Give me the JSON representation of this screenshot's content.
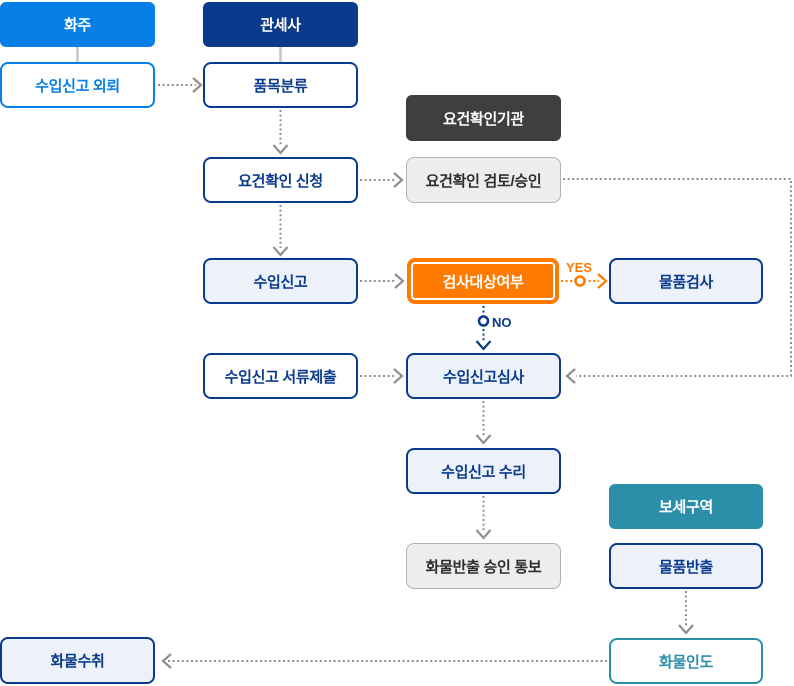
{
  "colors": {
    "primary_blue": "#0680e6",
    "navy": "#0a3a8c",
    "teal": "#2b8faa",
    "orange": "#ff7a00",
    "charcoal": "#3f3f3f",
    "light_blue_fill": "#ecf1fa",
    "gray_fill": "#ededed",
    "gray_border": "#b1b1b1",
    "connector_gray": "#8f8f8f"
  },
  "flowchart": {
    "headers": {
      "shipper": "화주",
      "customs_broker": "관세사",
      "requirement_agency": "요건확인기관",
      "bonded_area": "보세구역"
    },
    "nodes": {
      "import_declaration_request": "수입신고 외뢰",
      "item_classification": "품목분류",
      "requirement_application": "요건확인 신청",
      "requirement_review_approval": "요건확인 검토/승인",
      "import_declaration": "수입신고",
      "inspection_target_check": "검사대상여부",
      "goods_inspection": "물품검사",
      "declaration_document_submission": "수입신고 서류제출",
      "declaration_review": "수입신고심사",
      "declaration_acceptance": "수입신고 수리",
      "cargo_release_approval_notice": "화물반출 승인 통보",
      "goods_release": "물품반출",
      "cargo_delivery": "화물인도",
      "cargo_receipt": "화물수취"
    },
    "edge_labels": {
      "yes": "YES",
      "no": "NO"
    }
  }
}
